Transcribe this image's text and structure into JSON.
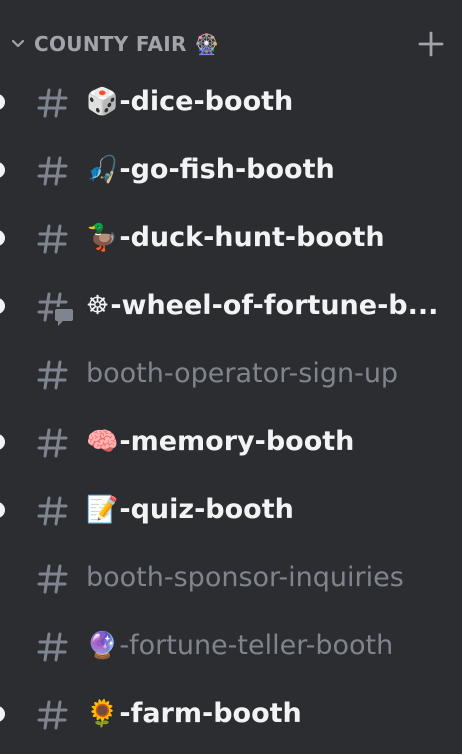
{
  "category": {
    "label": "COUNTY FAIR",
    "emoji": "🎡"
  },
  "channels": [
    {
      "emoji": "🎲",
      "label": "-dice-booth",
      "unread": true,
      "thread_icon": false
    },
    {
      "emoji": "🎣",
      "label": "-go-fish-booth",
      "unread": true,
      "thread_icon": false
    },
    {
      "emoji": "🦆",
      "label": "-duck-hunt-booth",
      "unread": true,
      "thread_icon": false
    },
    {
      "emoji": "☸",
      "label": "-wheel-of-fortune-b...",
      "unread": true,
      "thread_icon": true
    },
    {
      "emoji": "",
      "label": "booth-operator-sign-up",
      "unread": false,
      "thread_icon": false
    },
    {
      "emoji": "🧠",
      "label": "-memory-booth",
      "unread": true,
      "thread_icon": false
    },
    {
      "emoji": "📝",
      "label": "-quiz-booth",
      "unread": true,
      "thread_icon": false
    },
    {
      "emoji": "",
      "label": "booth-sponsor-inquiries",
      "unread": false,
      "thread_icon": false
    },
    {
      "emoji": "🔮",
      "label": "-fortune-teller-booth",
      "unread": false,
      "thread_icon": false
    },
    {
      "emoji": "🌻",
      "label": "-farm-booth",
      "unread": true,
      "thread_icon": false
    }
  ],
  "colors": {
    "background": "#2b2d31",
    "unread_text": "#f2f3f5",
    "read_text": "#80848e",
    "category_text": "#a1a4ab"
  }
}
